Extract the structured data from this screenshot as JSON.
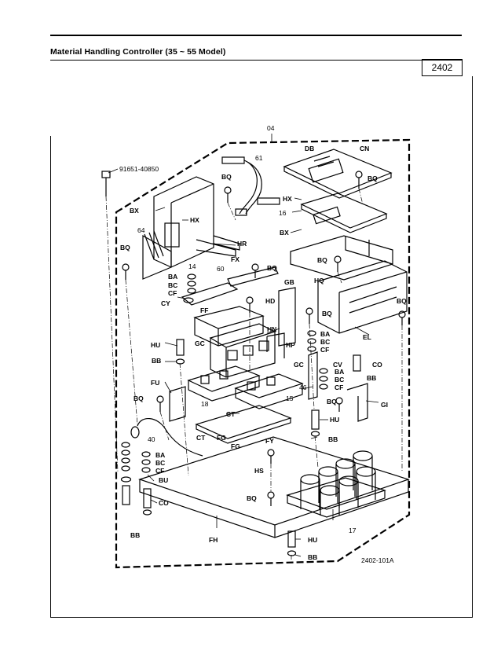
{
  "header": {
    "title": "Material Handling Controller (35 ~ 55 Model)",
    "page_number": "2402"
  },
  "diagram": {
    "figure_id": "2402-101A",
    "labels": {
      "l04": "04",
      "lDB": "DB",
      "lCN": "CN",
      "lBQ1": "BQ",
      "l91651": "91651-40850",
      "l61": "61",
      "lBQ2": "BQ",
      "lHX1": "HX",
      "l16": "16",
      "lBX1": "BX",
      "lHX2": "HX",
      "lBX2": "BX",
      "l64": "64",
      "lBQ3": "BQ",
      "lHR": "HR",
      "l14": "14",
      "lBQ4": "BQ",
      "lHQ": "HQ",
      "lFX": "FX",
      "l60": "60",
      "lBQ5": "BQ",
      "lBA1": "BA",
      "lBC1": "BC",
      "lCF1": "CF",
      "lCY": "CY",
      "lHD": "HD",
      "lGB": "GB",
      "lBQ6": "BQ",
      "lBQ7": "BQ",
      "lFF": "FF",
      "lHN": "HN",
      "lEL": "EL",
      "lBA2": "BA",
      "lBC2": "BC",
      "lCF2": "CF",
      "lHU1": "HU",
      "lGC1": "GC",
      "lHP": "HP",
      "lBB1": "BB",
      "lGC2": "GC",
      "lCV": "CV",
      "lBA3": "BA",
      "lCO1": "CO",
      "lBC3": "BC",
      "lBB2": "BB",
      "lCF3": "CF",
      "lFU": "FU",
      "l46": "46",
      "l18": "18",
      "l15": "15",
      "lBQ8": "BQ",
      "lBQ9": "BQ",
      "lGI": "GI",
      "lCT1": "CT",
      "lHU2": "HU",
      "l40": "40",
      "lCT2": "CT",
      "lFG1": "FG",
      "lFY": "FY",
      "lBB3": "BB",
      "lFG2": "FG",
      "lBA4": "BA",
      "lBC4": "BC",
      "lCF4": "CF",
      "lBU": "BU",
      "lHS": "HS",
      "lCO2": "CO",
      "lBQ10": "BQ",
      "lBB4": "BB",
      "lFH": "FH",
      "l17": "17",
      "lHU3": "HU",
      "lBB5": "BB"
    }
  }
}
